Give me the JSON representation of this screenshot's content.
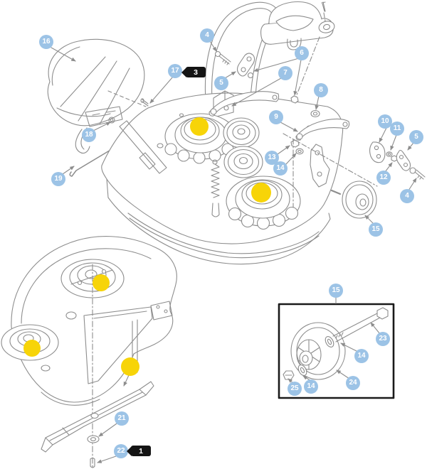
{
  "diagram": {
    "type": "exploded-parts-diagram",
    "subject": "mower-deck-assembly",
    "colors": {
      "background": "#ffffff",
      "line_art": "#8d8d8d",
      "callout_fill": "#9cc3e6",
      "callout_text": "#ffffff",
      "highlight_yellow": "#f7d408",
      "badge_fill": "#141414",
      "badge_text": "#ffffff"
    }
  },
  "callouts": [
    {
      "id": "16",
      "label": "16"
    },
    {
      "id": "17",
      "label": "17"
    },
    {
      "id": "18",
      "label": "18"
    },
    {
      "id": "19",
      "label": "19"
    },
    {
      "id": "4-top",
      "label": "4"
    },
    {
      "id": "5-top",
      "label": "5"
    },
    {
      "id": "6",
      "label": "6"
    },
    {
      "id": "7",
      "label": "7"
    },
    {
      "id": "8",
      "label": "8"
    },
    {
      "id": "9",
      "label": "9"
    },
    {
      "id": "10",
      "label": "10"
    },
    {
      "id": "11",
      "label": "11"
    },
    {
      "id": "5-right",
      "label": "5"
    },
    {
      "id": "12",
      "label": "12"
    },
    {
      "id": "4-right",
      "label": "4"
    },
    {
      "id": "13",
      "label": "13"
    },
    {
      "id": "14-deck",
      "label": "14"
    },
    {
      "id": "15-wheel",
      "label": "15"
    },
    {
      "id": "15-inset",
      "label": "15"
    },
    {
      "id": "23",
      "label": "23"
    },
    {
      "id": "14-inset-upper",
      "label": "14"
    },
    {
      "id": "24",
      "label": "24"
    },
    {
      "id": "14-inset-lower",
      "label": "14"
    },
    {
      "id": "25",
      "label": "25"
    },
    {
      "id": "21",
      "label": "21"
    },
    {
      "id": "22",
      "label": "22"
    }
  ],
  "badges": [
    {
      "id": "3",
      "label": "3"
    },
    {
      "id": "1",
      "label": "1"
    }
  ]
}
